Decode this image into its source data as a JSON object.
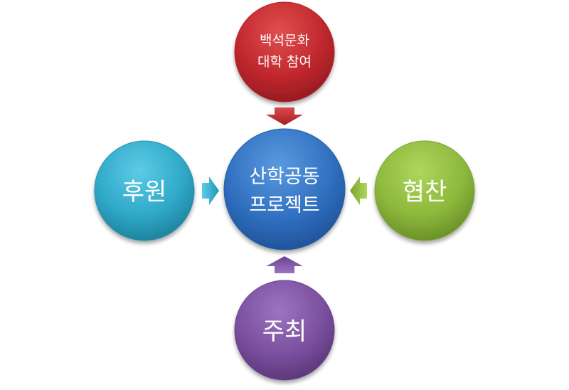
{
  "diagram": {
    "center": {
      "lines": [
        "산학공동",
        "프로젝트"
      ],
      "color": "#2f6fbf"
    },
    "top": {
      "lines": [
        "백석문화",
        "대학 참여"
      ],
      "color": "#c0272d"
    },
    "left": {
      "lines": [
        "후원"
      ],
      "color": "#2fa8c8"
    },
    "right": {
      "lines": [
        "협찬"
      ],
      "color": "#8cb83c"
    },
    "bottom": {
      "lines": [
        "주최"
      ],
      "color": "#7a4f9e"
    }
  }
}
